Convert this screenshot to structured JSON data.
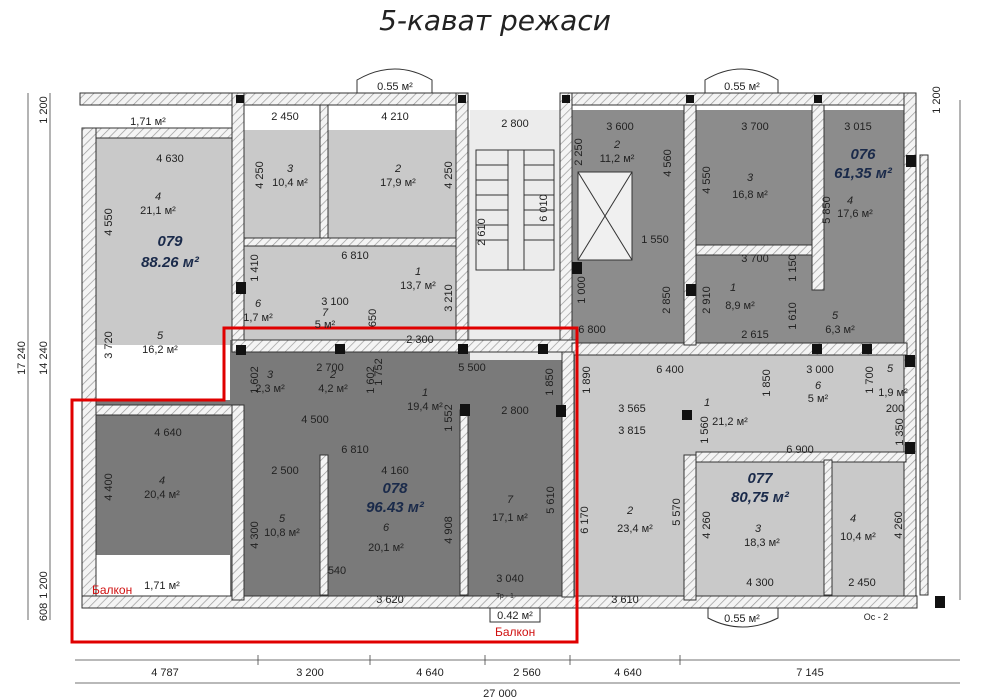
{
  "title": "5-кават режаси",
  "apartments": {
    "a079": {
      "id": "079",
      "area": "88.26 м²"
    },
    "a078": {
      "id": "078",
      "area": "96.43 м²"
    },
    "a076": {
      "id": "076",
      "area": "61,35 м²"
    },
    "a077": {
      "id": "077",
      "area": "80,75 м²"
    }
  },
  "balcony_label": "Балкон",
  "bay_areas": {
    "top_left": "0.55 м²",
    "top_right": "0.55 м²",
    "bottom_mid": "0.42 м²",
    "bottom_right": "0.55 м²"
  },
  "loggia": {
    "top": "1,71 м²",
    "bottom": "1,71 м²"
  },
  "rooms": {
    "r079_4": {
      "n": "4",
      "a": "21,1 м²"
    },
    "r079_3": {
      "n": "3",
      "a": "10,4 м²"
    },
    "r079_2": {
      "n": "2",
      "a": "17,9 м²"
    },
    "r079_1": {
      "n": "1",
      "a": "13,7 м²"
    },
    "r079_5": {
      "n": "5",
      "a": "16,2 м²"
    },
    "r079_6": {
      "n": "6",
      "a": "1,7 м²"
    },
    "r079_7": {
      "n": "7",
      "a": "5 м²"
    },
    "r078_3": {
      "n": "3",
      "a": "2,3 м²"
    },
    "r078_2": {
      "n": "2",
      "a": "4,2 м²"
    },
    "r078_1": {
      "n": "1",
      "a": "19,4 м²"
    },
    "r078_4": {
      "n": "4",
      "a": "20,4 м²"
    },
    "r078_5": {
      "n": "5",
      "a": "10,8 м²"
    },
    "r078_6": {
      "n": "6",
      "a": "20,1 м²"
    },
    "r078_7": {
      "n": "7",
      "a": "17,1 м²"
    },
    "r076_2": {
      "n": "2",
      "a": "11,2 м²"
    },
    "r076_3": {
      "n": "3",
      "a": "16,8 м²"
    },
    "r076_4": {
      "n": "4",
      "a": "17,6 м²"
    },
    "r076_1": {
      "n": "1",
      "a": "8,9 м²"
    },
    "r076_5": {
      "n": "5",
      "a": "6,3 м²"
    },
    "r077_1": {
      "n": "1",
      "a": "21,2 м²"
    },
    "r077_2": {
      "n": "2",
      "a": "23,4 м²"
    },
    "r077_3": {
      "n": "3",
      "a": "18,3 м²"
    },
    "r077_4": {
      "n": "4",
      "a": "10,4 м²"
    },
    "r077_5": {
      "n": "5",
      "a": "1,9 м²"
    },
    "r077_6": {
      "n": "6",
      "a": "5 м²"
    }
  },
  "dims": {
    "d1": "2 450",
    "d2": "4 210",
    "d3": "2 800",
    "d4": "3 600",
    "d5": "3 700",
    "d6": "3 015",
    "d7": "4 630",
    "d8": "4 250",
    "d9": "4 250",
    "d10": "4 550",
    "d11": "6 810",
    "d12": "1 410",
    "d13": "3 100",
    "d14": "3 210",
    "d15": "3 720",
    "d16": "2 300",
    "d17": "2 700",
    "d18": "5 500",
    "d19": "1 602",
    "d20": "1 752",
    "d21": "4 500",
    "d22": "2 800",
    "d23": "4 640",
    "d24": "6 810",
    "d25": "1 552",
    "d26": "2 500",
    "d27": "4 160",
    "d28": "4 400",
    "d29": "4 300",
    "d30": "4 908",
    "d31": "5 610",
    "d32": "3 040",
    "d33": "3 620",
    "d34": "540",
    "d35": "2 250",
    "d36": "4 560",
    "d37": "6 010",
    "d38": "2 610",
    "d39": "1 550",
    "d40": "4 550",
    "d41": "5 850",
    "d42": "3 700",
    "d43": "1 150",
    "d44": "2 910",
    "d45": "2 615",
    "d46": "1 610",
    "d47": "2 850",
    "d48": "6 800",
    "d49": "6 400",
    "d50": "3 000",
    "d51": "3 565",
    "d52": "3 815",
    "d53": "6 900",
    "d54": "1 890",
    "d55": "1 850",
    "d56": "1 700",
    "d57": "1 350",
    "d58": "6 170",
    "d59": "5 570",
    "d60": "4 260",
    "d61": "4 260",
    "d62": "4 300",
    "d63": "2 450",
    "d64": "3 610",
    "d65": "1 000",
    "d66": "650",
    "d67": "1 200",
    "d68": "200",
    "d69": "1 560",
    "d70": "1 850",
    "d71": "1 602"
  },
  "left_dims": {
    "l1": "1 200",
    "l2": "17 240",
    "l3": "14 240",
    "l4": "1 200",
    "l5": "608"
  },
  "bottom_dims": {
    "b1": "4 787",
    "b2": "3 200",
    "b3": "4 640",
    "b4": "2 560",
    "b5": "4 640",
    "b6": "7 145",
    "total": "27 000"
  },
  "small": {
    "oc": "Ос - 2",
    "tp": "Тр - 1"
  }
}
